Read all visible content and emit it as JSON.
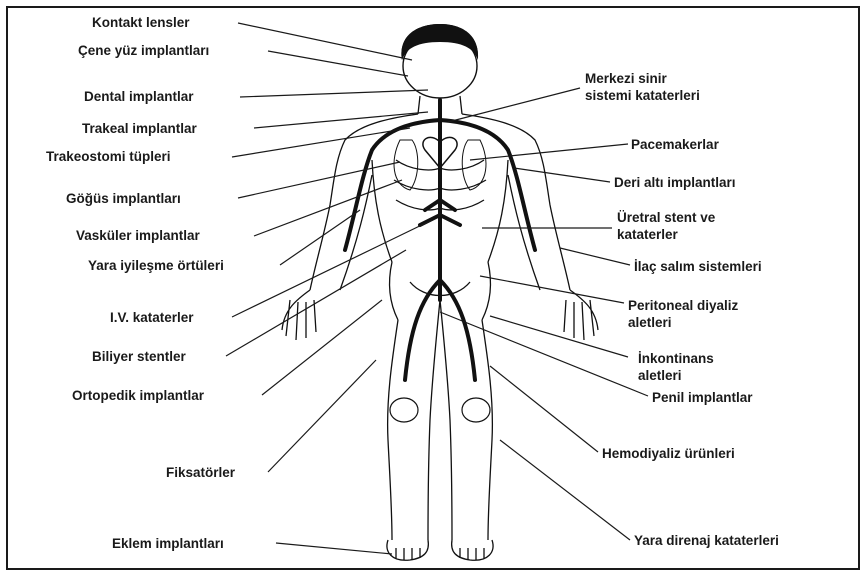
{
  "labels": {
    "kontakt": "Kontakt lensler",
    "cene": "Çene yüz implantları",
    "dental": "Dental implantlar",
    "trakeal": "Trakeal implantlar",
    "trakeostomi": "Trakeostomi tüpleri",
    "gogus": "Göğüs implantları",
    "vaskuler": "Vasküler implantlar",
    "yara_iyilesme": "Yara iyileşme örtüleri",
    "iv": "I.V. kataterler",
    "biliyer": "Biliyer stentler",
    "ortopedik": "Ortopedik implantlar",
    "fiksator": "Fiksatörler",
    "eklem": "Eklem implantları",
    "merkezi_1": "Merkezi sinir",
    "merkezi_2": "sistemi kataterleri",
    "pacemaker": "Pacemakerlar",
    "deri_alti": "Deri altı implantları",
    "uretral_1": "Üretral stent ve",
    "uretral_2": "kataterler",
    "ilac": "İlaç salım sistemleri",
    "peritoneal_1": "Peritoneal diyaliz",
    "peritoneal_2": "aletleri",
    "inkontinans_1": "İnkontinans",
    "inkontinans_2": "aletleri",
    "penil": "Penil implantlar",
    "hemodiyaliz": "Hemodiyaliz ürünleri",
    "yara_direnaj": "Yara direnaj kataterleri"
  }
}
